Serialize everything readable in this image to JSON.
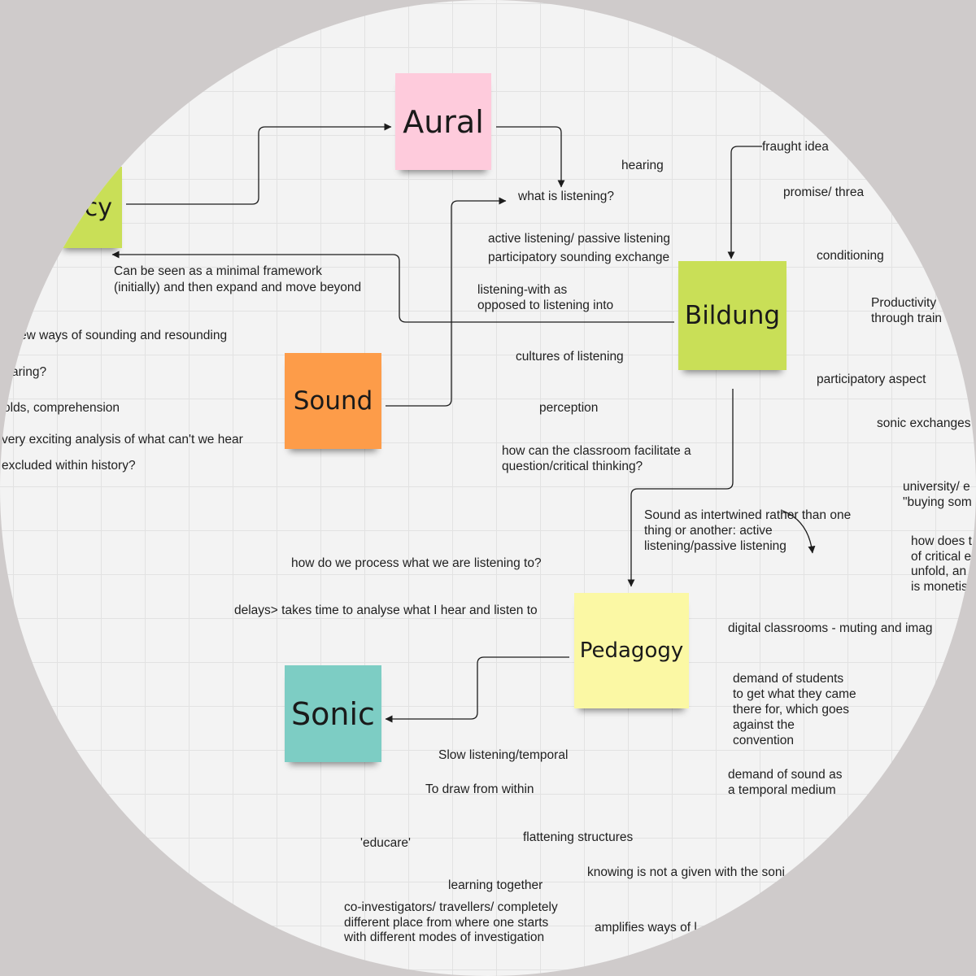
{
  "colors": {
    "pink": "#fecbdc",
    "lime": "#c9df57",
    "orange": "#fd9c49",
    "yellow": "#fbf8a4",
    "teal": "#7dcdc4"
  },
  "notes": {
    "aural": "Aural",
    "bildung": "Bildung",
    "sound": "Sound",
    "pedagogy": "Pedagogy",
    "sonic": "Sonic",
    "literacy_partial": "cy"
  },
  "labels": {
    "hearing": "hearing",
    "fraught_idea": "fraught idea",
    "what_is_listening": "what is listening?",
    "promise_threat": "promise/ threa",
    "active_passive": "active listening/ passive listening\nparticipatory sounding exchange",
    "conditioning": "conditioning",
    "minimal_framework": "Can be seen as a minimal framework\n(initially) and then expand and move beyond",
    "listening_with": "listening-with as\nopposed to listening into",
    "productivity": "Productivity\nthrough train",
    "new_ways": "ew ways of sounding and resounding",
    "cultures": "cultures of listening",
    "hearing_q": "aring?",
    "participatory_aspect": "participatory aspect",
    "thresholds": "olds, comprehension",
    "perception": "perception",
    "sonic_exchanges": "sonic exchanges",
    "exciting_analysis": "very exciting analysis of what can't we hear",
    "classroom": "how can the classroom facilitate a\nquestion/critical thinking?",
    "excluded": "excluded within history?",
    "university": "university/ e\n\"buying som",
    "intertwined": "Sound as intertwined rather than one\nthing or another: active\nlistening/passive listening",
    "how_does": "how does t\nof critical e\nunfold, an\nis monetis",
    "process": "how do we process what we are listening to?",
    "delays": "delays> takes time to analyse what I hear and listen to",
    "digital_classrooms": "digital classrooms - muting and imag",
    "demand_students": "demand of students\nto get what they came\nthere for, which goes\nagainst the\nconvention",
    "slow_listening": "Slow listening/temporal",
    "demand_sound": "demand of sound as\na temporal medium",
    "draw_within": "To draw from within",
    "educare": "'educare'",
    "flattening": "flattening structures",
    "knowing": "knowing is not a given with the soni",
    "learning_together": "learning together",
    "co_investigators": "co-investigators/ travellers/ completely\ndifferent place from where one starts\nwith different modes of investigation",
    "amplifies": "amplifies ways of l"
  }
}
